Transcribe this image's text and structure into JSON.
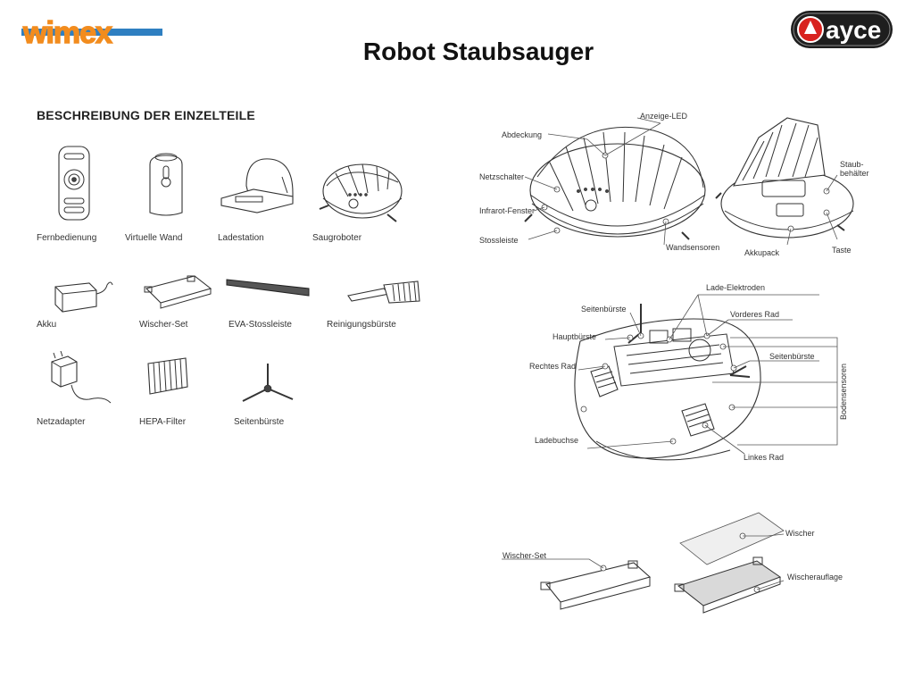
{
  "header": {
    "title": "Robot Staubsauger",
    "logo_left": "wimex",
    "logo_right": "ayce"
  },
  "parts_section": {
    "heading": "BESCHREIBUNG DER EINZELTEILE",
    "parts": [
      {
        "label": "Fernbedienung"
      },
      {
        "label": "Virtuelle Wand"
      },
      {
        "label": "Ladestation"
      },
      {
        "label": "Saugroboter"
      },
      {
        "label": "Akku"
      },
      {
        "label": "Wischer-Set"
      },
      {
        "label": "EVA-Stossleiste"
      },
      {
        "label": "Reinigungsbürste"
      },
      {
        "label": "Netzadapter"
      },
      {
        "label": "HEPA-Filter"
      },
      {
        "label": "Seitenbürste"
      }
    ]
  },
  "top_diagram": {
    "labels": [
      "Anzeige-LED",
      "Abdeckung",
      "Netzschalter",
      "Infrarot-Fenster",
      "Stossleiste",
      "Wandsensoren",
      "Akkupack",
      "Staub-",
      "behälter",
      "Taste"
    ]
  },
  "bottom_diagram": {
    "labels": [
      "Lade-Elektroden",
      "Seitenbürste",
      "Vorderes Rad",
      "Hauptbürste",
      "Seitenbürste",
      "Rechtes Rad",
      "Bodensensoren",
      "Ladebuchse",
      "Linkes Rad"
    ]
  },
  "wiper_diagram": {
    "labels": [
      "Wischer-Set",
      "Wischer",
      "Wischerauflage"
    ]
  },
  "colors": {
    "wimex_orange": "#f28c1e",
    "wimex_blue": "#2f7fc1",
    "ayce_red": "#d8231f",
    "ayce_dark": "#1e1e1e"
  }
}
